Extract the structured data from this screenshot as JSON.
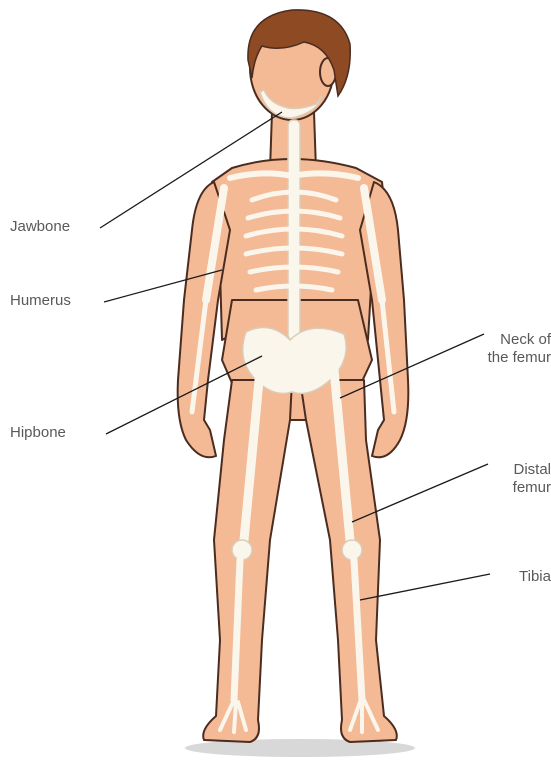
{
  "colors": {
    "skin": "#f4b995",
    "skin_shade": "#e59d76",
    "outline": "#4a2c20",
    "bone": "#fbf6ec",
    "bone_shade": "#d9cdb8",
    "hair": "#8e4a22",
    "label_text": "#595959",
    "leader_line": "#1a1a1a",
    "shadow": "#d8d8d8"
  },
  "labels": {
    "jawbone": "Jawbone",
    "humerus": "Humerus",
    "hipbone": "Hipbone",
    "neck_of_femur": {
      "line1": "Neck of",
      "line2": "the femur"
    },
    "distal_femur": {
      "line1": "Distal",
      "line2": "femur"
    },
    "tibia": "Tibia"
  }
}
